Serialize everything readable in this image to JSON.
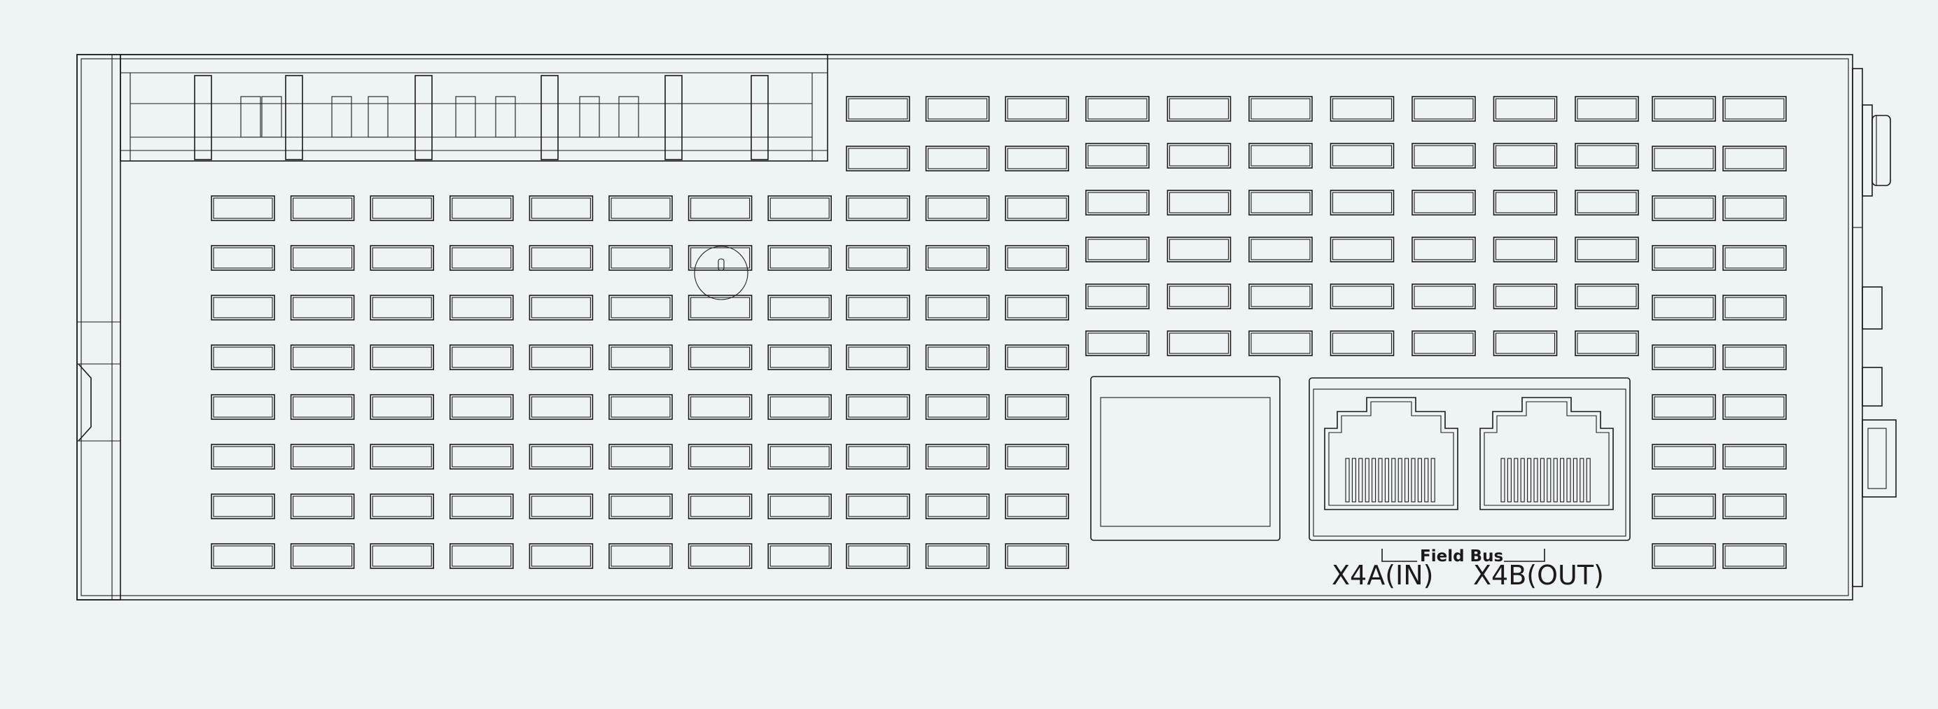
{
  "drawing": {
    "colors": {
      "background": "#eef3f5",
      "line": "#1a1a1a"
    },
    "connectors": {
      "group_label": "Field Bus",
      "ports": [
        {
          "id": "x4a",
          "label": "X4A(IN)"
        },
        {
          "id": "x4b",
          "label": "X4B(OUT)"
        }
      ]
    },
    "vent_grid": {
      "left_block": {
        "columns": 8,
        "rows": 8
      },
      "middle_block": {
        "columns": 3,
        "rows": 10
      },
      "right_upper_block": {
        "columns": 7,
        "rows": 6
      },
      "right_edge_block": {
        "columns": 2,
        "rows": 10
      }
    }
  }
}
